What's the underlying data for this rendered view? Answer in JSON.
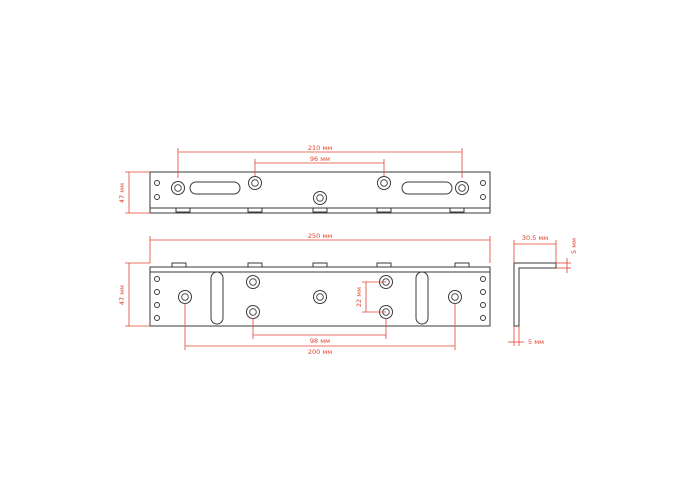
{
  "dimensions": {
    "top_width_outer": "210 мм",
    "top_width_inner": "96 мм",
    "top_height": "47 мм",
    "bottom_length": "250 мм",
    "bottom_height": "47 мм",
    "bottom_vertical_spacing": "22 мм",
    "bottom_inner_spacing": "98 мм",
    "bottom_outer_spacing": "200 мм",
    "side_width": "30,5 мм",
    "side_thickness_top": "5 мм",
    "side_thickness_bottom": "5 мм"
  },
  "colors": {
    "dimension_red": "#e0442f",
    "outline_dark": "#3a3a3a"
  }
}
